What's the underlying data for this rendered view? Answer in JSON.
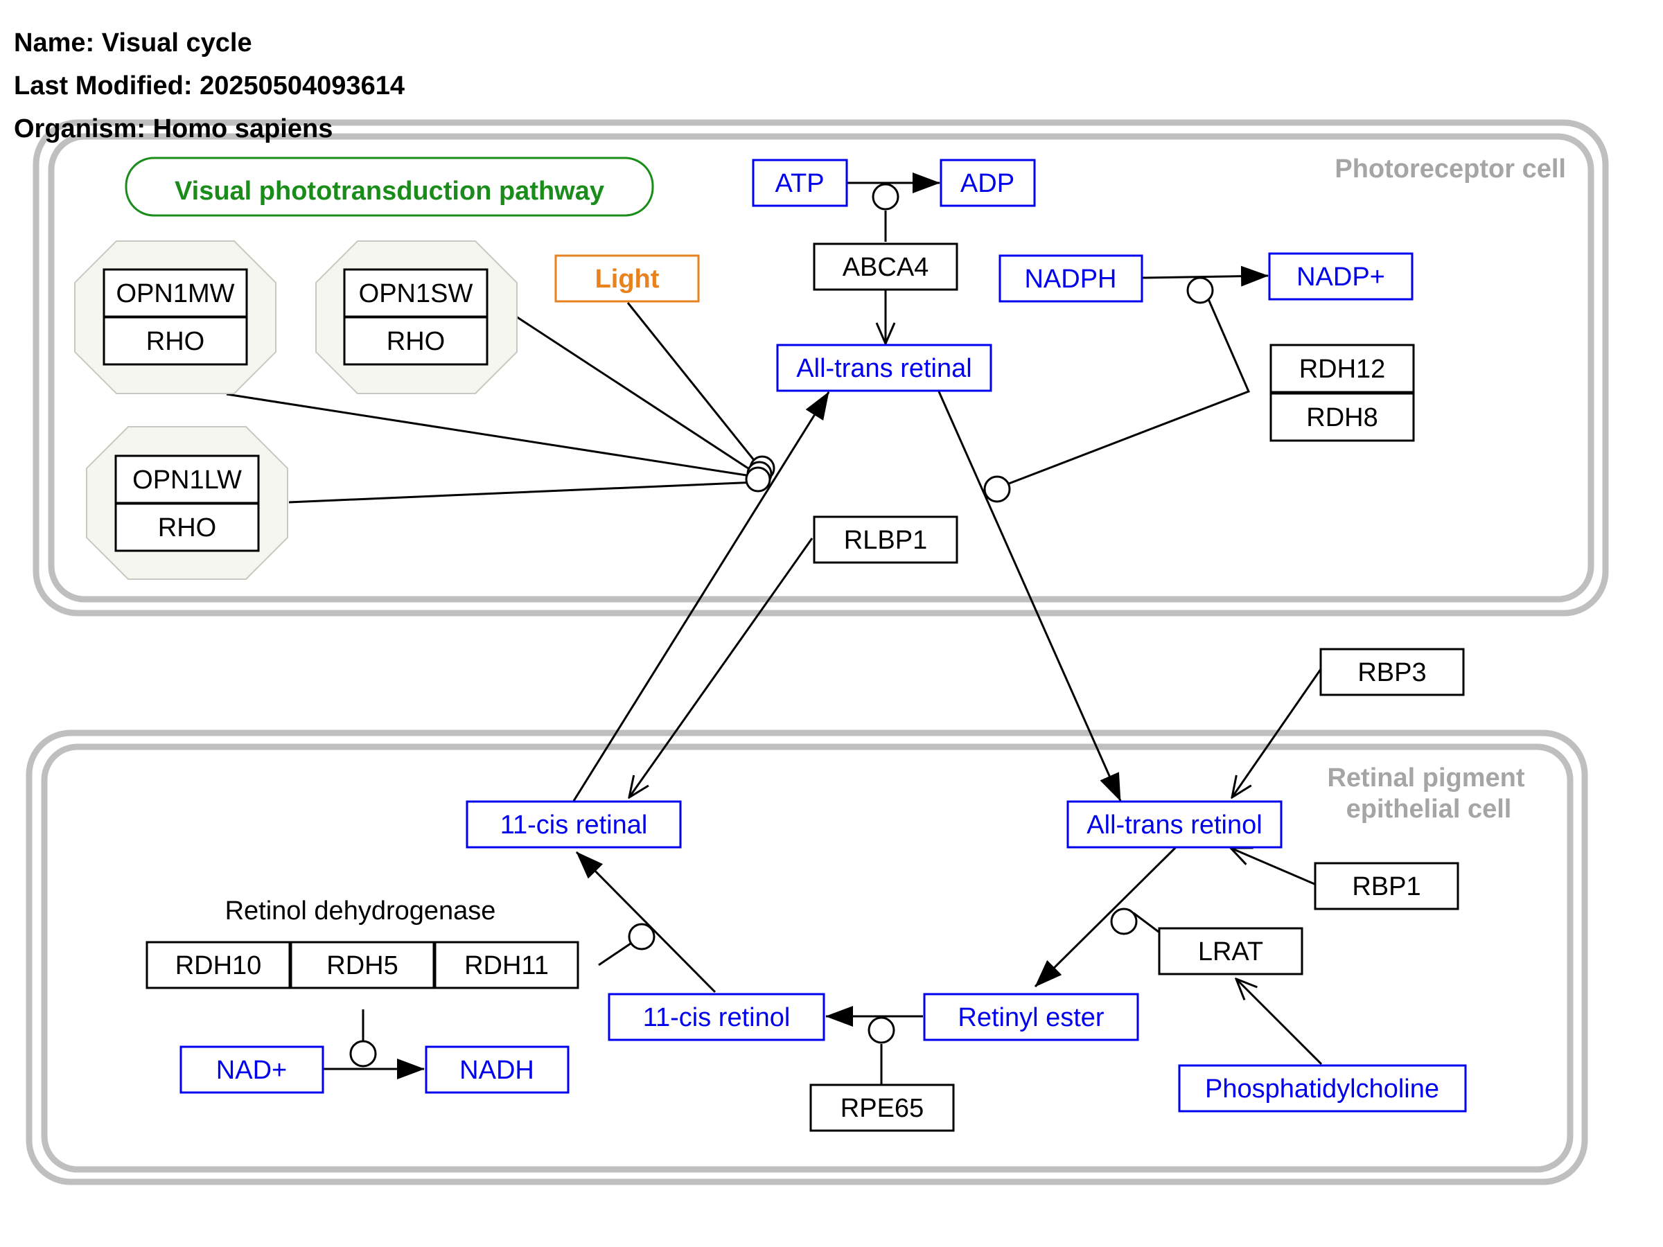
{
  "header": {
    "name_line": "Name: Visual cycle",
    "modified_line": "Last Modified: 20250504093614",
    "organism_line": "Organism: Homo sapiens"
  },
  "compartments": {
    "photoreceptor": "Photoreceptor cell",
    "rpe_line1": "Retinal pigment",
    "rpe_line2": "epithelial cell"
  },
  "pathway_link": "Visual phototransduction pathway",
  "light": "Light",
  "complexes": {
    "c1": {
      "top": "OPN1MW",
      "bottom": "RHO"
    },
    "c2": {
      "top": "OPN1SW",
      "bottom": "RHO"
    },
    "c3": {
      "top": "OPN1LW",
      "bottom": "RHO"
    }
  },
  "group_label": "Retinol dehydrogenase",
  "gene_products": {
    "abca4": "ABCA4",
    "rdh12": "RDH12",
    "rdh8": "RDH8",
    "rlbp1": "RLBP1",
    "rbp3": "RBP3",
    "rbp1": "RBP1",
    "lrat": "LRAT",
    "rpe65": "RPE65",
    "rdh10": "RDH10",
    "rdh5": "RDH5",
    "rdh11": "RDH11"
  },
  "metabolites": {
    "atp": "ATP",
    "adp": "ADP",
    "nadph": "NADPH",
    "nadp": "NADP+",
    "all_trans_retinal": "All-trans retinal",
    "all_trans_retinol": "All-trans retinol",
    "cis_retinal": "11-cis retinal",
    "cis_retinol": "11-cis retinol",
    "retinyl_ester": "Retinyl ester",
    "phosphatidylcholine": "Phosphatidylcholine",
    "nad": "NAD+",
    "nadh": "NADH"
  },
  "colors": {
    "metabolite": "#0000ee",
    "gene_product": "#000000",
    "pathway": "#1a8c1a",
    "light": "#e8821e",
    "compartment": "#bfbfbf",
    "complex_fill": "#f6f6f1"
  }
}
